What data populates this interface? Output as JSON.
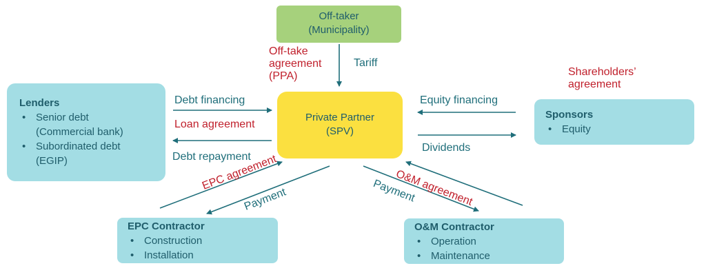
{
  "offtaker": {
    "line1": "Off-taker",
    "line2": "(Municipality)"
  },
  "spv": {
    "line1": "Private Partner",
    "line2": "(SPV)"
  },
  "lenders": {
    "title": "Lenders",
    "items": [
      "Senior debt",
      "(Commercial bank)",
      "Subordinated debt",
      "(EGIP)"
    ]
  },
  "sponsors": {
    "title": "Sponsors",
    "items": [
      "Equity"
    ]
  },
  "epc": {
    "title": "EPC Contractor",
    "items": [
      "Construction",
      "Installation"
    ]
  },
  "om": {
    "title": "O&M Contractor",
    "items": [
      "Operation",
      "Maintenance"
    ]
  },
  "labels": {
    "offtake_line1": "Off-take",
    "offtake_line2": "agreement",
    "offtake_line3": "(PPA)",
    "tariff": "Tariff",
    "shareholders_line1": "Shareholders’",
    "shareholders_line2": "agreement",
    "debt_financing": "Debt financing",
    "loan_agreement": "Loan agreement",
    "debt_repayment": "Debt repayment",
    "equity_financing": "Equity financing",
    "dividends": "Dividends",
    "epc_agreement": "EPC agreement",
    "epc_payment": "Payment",
    "om_agreement": "O&M agreement",
    "om_payment": "Payment"
  },
  "colors": {
    "teal_text": "#1f6e7a",
    "red_text": "#c0202c",
    "box_blue": "#a3dde4",
    "box_green": "#a6d17c",
    "box_yellow": "#fbe040",
    "arrow": "#1f6e7a"
  }
}
